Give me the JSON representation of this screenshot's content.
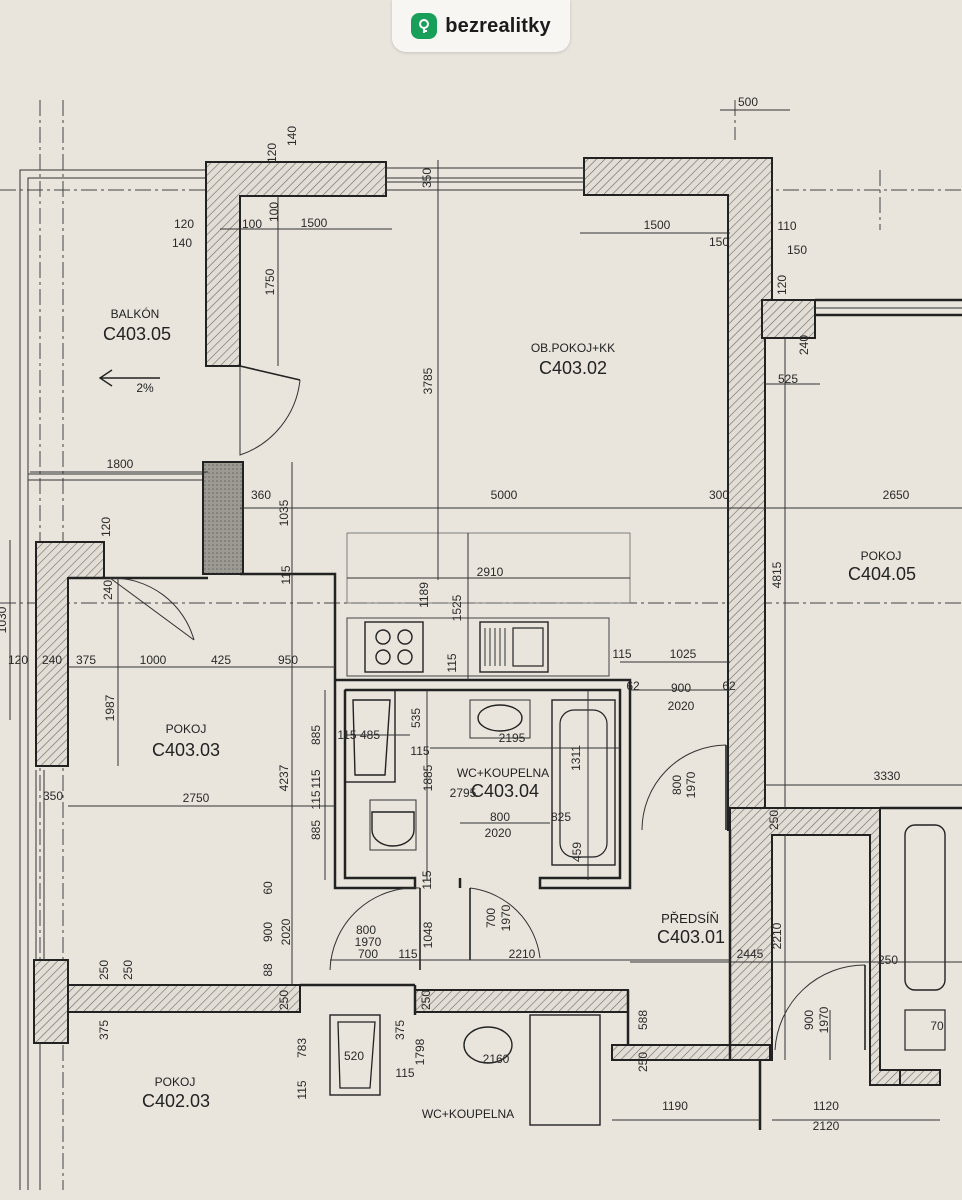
{
  "brand": {
    "name": "bezrealitky",
    "color": "#18a05a",
    "icon": "key-pin-icon"
  },
  "rooms": [
    {
      "id": "balkon",
      "name": "BALKÓN",
      "code": "C403.05"
    },
    {
      "id": "obpokoj",
      "name": "OB.POKOJ+KK",
      "code": "C403.02"
    },
    {
      "id": "pokoj403",
      "name": "POKOJ",
      "code": "C403.03"
    },
    {
      "id": "wc403",
      "name": "WC+KOUPELNA",
      "code": "C403.04"
    },
    {
      "id": "predsin",
      "name": "PŘEDSÍŇ",
      "code": "C403.01"
    },
    {
      "id": "pokoj404",
      "name": "POKOJ",
      "code": "C404.05"
    },
    {
      "id": "pokoj402",
      "name": "POKOJ",
      "code": "C402.03"
    },
    {
      "id": "wc402",
      "name": "WC+KOUPELNA",
      "code": ""
    }
  ],
  "slope": "2%",
  "dims": [
    "500",
    "120",
    "140",
    "350",
    "120",
    "140",
    "100",
    "100",
    "1500",
    "1500",
    "150",
    "110",
    "150",
    "120",
    "240",
    "1750",
    "525",
    "3785",
    "1800",
    "360",
    "1035",
    "5000",
    "300",
    "2650",
    "120",
    "240",
    "2910",
    "1189",
    "1525",
    "4815",
    "1030",
    "120",
    "240",
    "375",
    "1000",
    "425",
    "950",
    "115",
    "1025",
    "1987",
    "62",
    "900",
    "62",
    "2020",
    "885",
    "115",
    "485",
    "535",
    "2195",
    "115",
    "1311",
    "115",
    "1885",
    "2795",
    "1970",
    "800",
    "3330",
    "4237",
    "2750",
    "350",
    "115",
    "885",
    "800",
    "825",
    "2020",
    "459",
    "250",
    "115",
    "60",
    "900",
    "2020",
    "800",
    "1970",
    "700",
    "1048",
    "700",
    "1970",
    "115",
    "2210",
    "2210",
    "2445",
    "250",
    "88",
    "250",
    "250",
    "250",
    "250",
    "375",
    "588",
    "900",
    "1970",
    "783",
    "520",
    "375",
    "1798",
    "2160",
    "250",
    "115",
    "115",
    "1190",
    "1120",
    "2120",
    "70",
    "115",
    "115"
  ]
}
